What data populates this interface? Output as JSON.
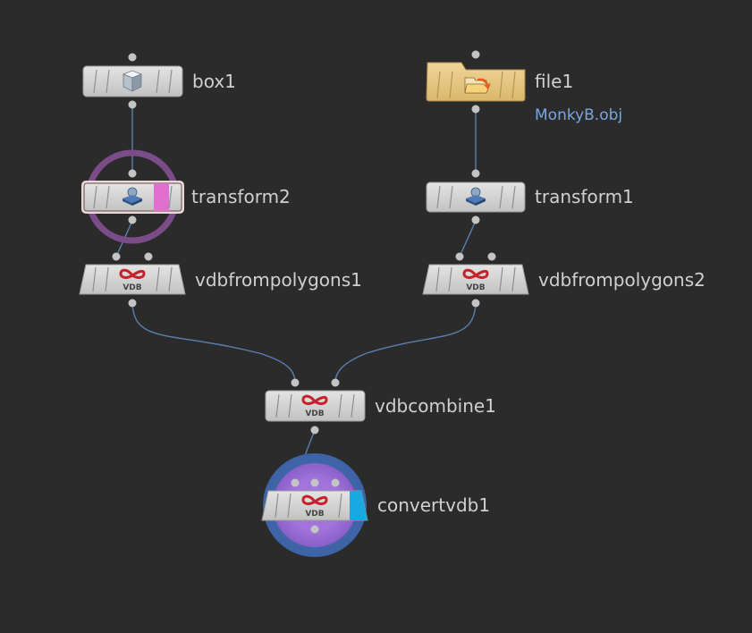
{
  "colors": {
    "background": "#2b2b2b",
    "wire": "#5b7fae",
    "node_body": "#d6d6d6",
    "file_node_body": "#e7ca86",
    "display_flag": "#e070d0",
    "render_flag": "#19a8e0",
    "selection_ring": "#7a4d88",
    "template_ring_outer": "#3e63a6",
    "template_ring_inner": "#9d6fd4",
    "connector_dot": "#c4c4c4",
    "label_text": "#d0d0d0",
    "sublabel_text": "#7aa6e0",
    "vdb_red": "#c8202a"
  },
  "nodes": [
    {
      "id": "box1",
      "label": "box1",
      "icon": "box-icon"
    },
    {
      "id": "file1",
      "label": "file1",
      "sublabel": "MonkyB.obj",
      "icon": "folder-open-icon"
    },
    {
      "id": "transform2",
      "label": "transform2",
      "icon": "transform-icon",
      "flags": [
        "display"
      ]
    },
    {
      "id": "transform1",
      "label": "transform1",
      "icon": "transform-icon"
    },
    {
      "id": "vdbfrompolygons1",
      "label": "vdbfrompolygons1",
      "icon": "vdb-icon"
    },
    {
      "id": "vdbfrompolygons2",
      "label": "vdbfrompolygons2",
      "icon": "vdb-icon"
    },
    {
      "id": "vdbcombine1",
      "label": "vdbcombine1",
      "icon": "vdb-icon"
    },
    {
      "id": "convertvdb1",
      "label": "convertvdb1",
      "icon": "vdb-icon",
      "flags": [
        "render"
      ]
    }
  ],
  "icon_text": {
    "vdb": "VDB"
  }
}
